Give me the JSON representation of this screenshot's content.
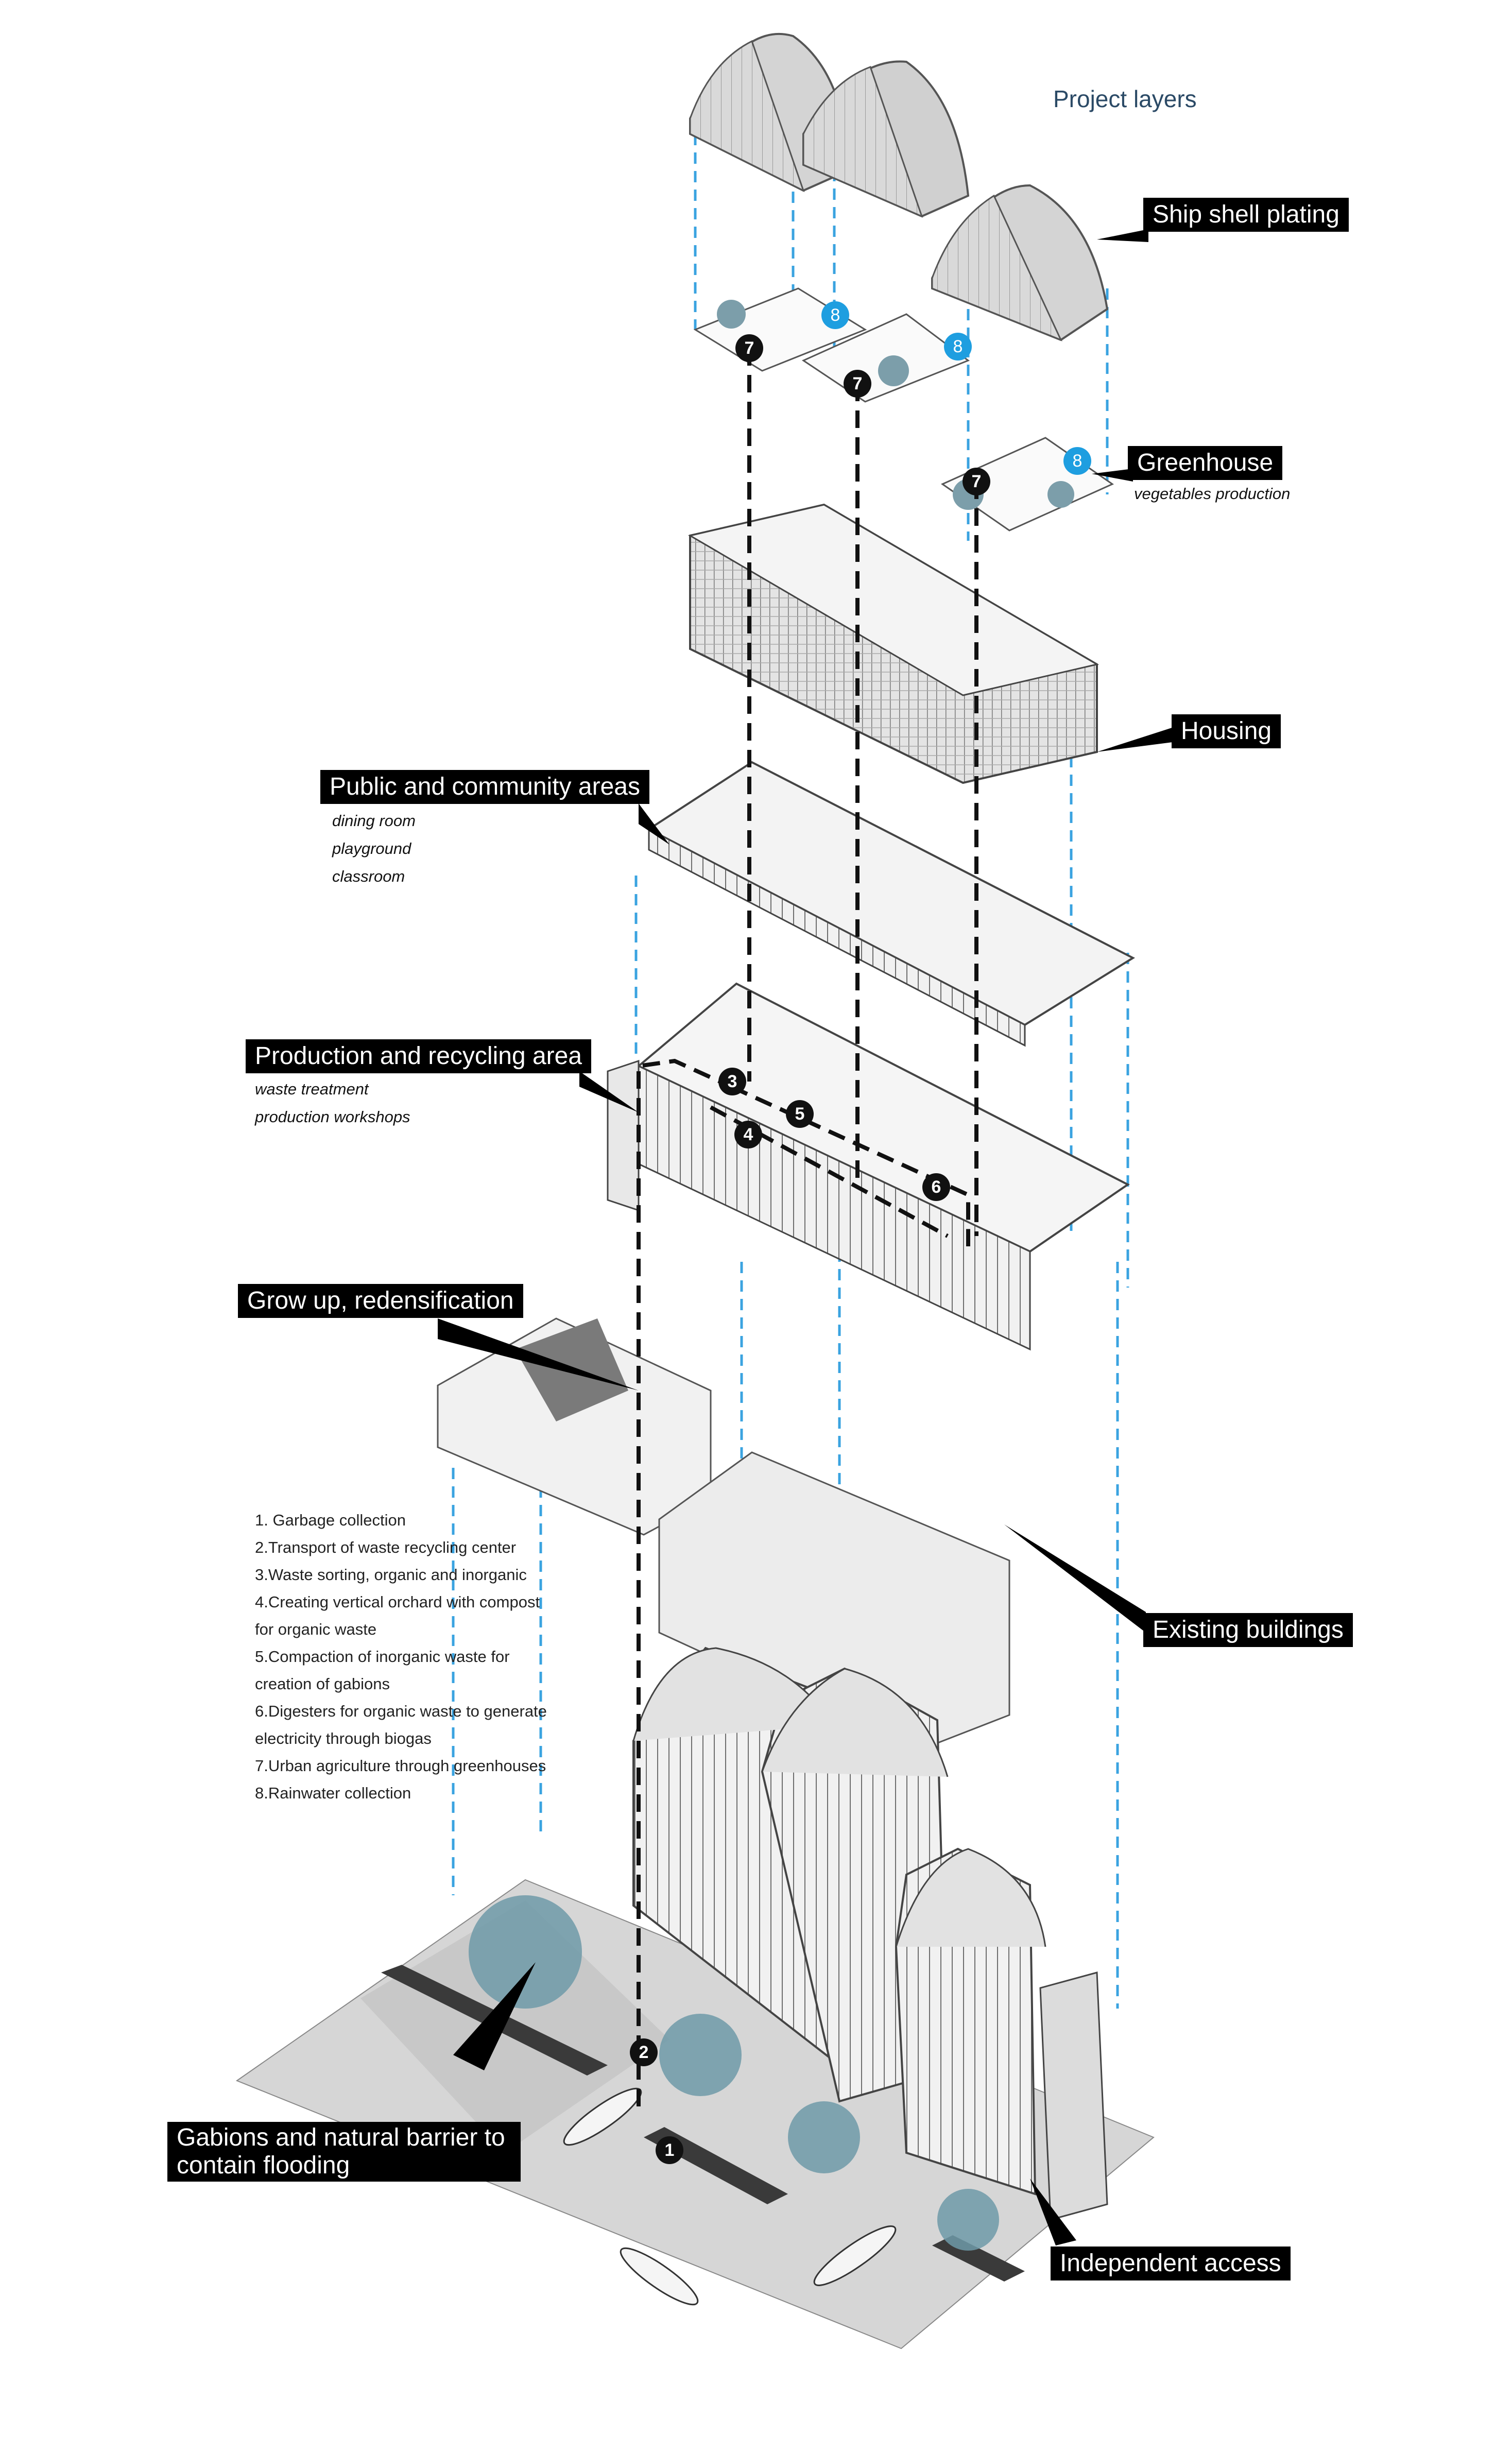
{
  "title": "Project layers",
  "labels": {
    "ship_shell": "Ship shell plating",
    "greenhouse": "Greenhouse",
    "greenhouse_sub": "vegetables production",
    "housing": "Housing",
    "public": "Public and community areas",
    "public_sub": [
      "dining room",
      "playground",
      "classroom"
    ],
    "production": "Production and recycling area",
    "production_sub": [
      "waste treatment",
      "production workshops"
    ],
    "grow": "Grow up, redensification",
    "existing": "Existing buildings",
    "gabions": "Gabions and natural barrier to contain flooding",
    "access": "Independent access"
  },
  "legend": [
    "1. Garbage collection",
    "2.Transport of waste recycling center",
    "3.Waste sorting, organic and inorganic",
    "4.Creating vertical orchard with compost",
    "for organic waste",
    "5.Compaction of inorganic waste for",
    "creation of gabions",
    "6.Digesters for organic waste to generate",
    "electricity through biogas",
    "7.Urban agriculture through greenhouses",
    "8.Rainwater collection"
  ],
  "markers": {
    "black": [
      "1",
      "2",
      "3",
      "4",
      "5",
      "6",
      "7",
      "7",
      "7"
    ],
    "blue": [
      "8",
      "8",
      "8"
    ]
  },
  "colors": {
    "projection_lines": "#3aa3e0",
    "marker_blue": "#1e9ee0",
    "label_bg": "#000000",
    "title": "#2b4a66",
    "trees": "#6f9aa8"
  }
}
